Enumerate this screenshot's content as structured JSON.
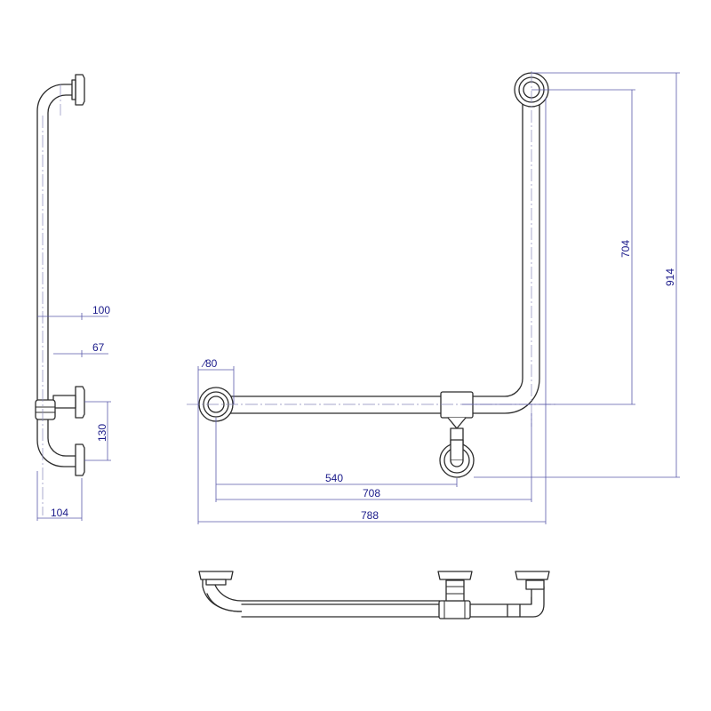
{
  "dimensions": {
    "d100": "100",
    "d67": "67",
    "d130": "130",
    "d104": "104",
    "dia80": "∕80",
    "d540": "540",
    "d708": "708",
    "d788": "788",
    "d704": "704",
    "d914": "914"
  },
  "colors": {
    "outline": "#2b2b2b",
    "dimension_lines": "#5a5aaa",
    "dimension_text": "#1a1a8a"
  }
}
